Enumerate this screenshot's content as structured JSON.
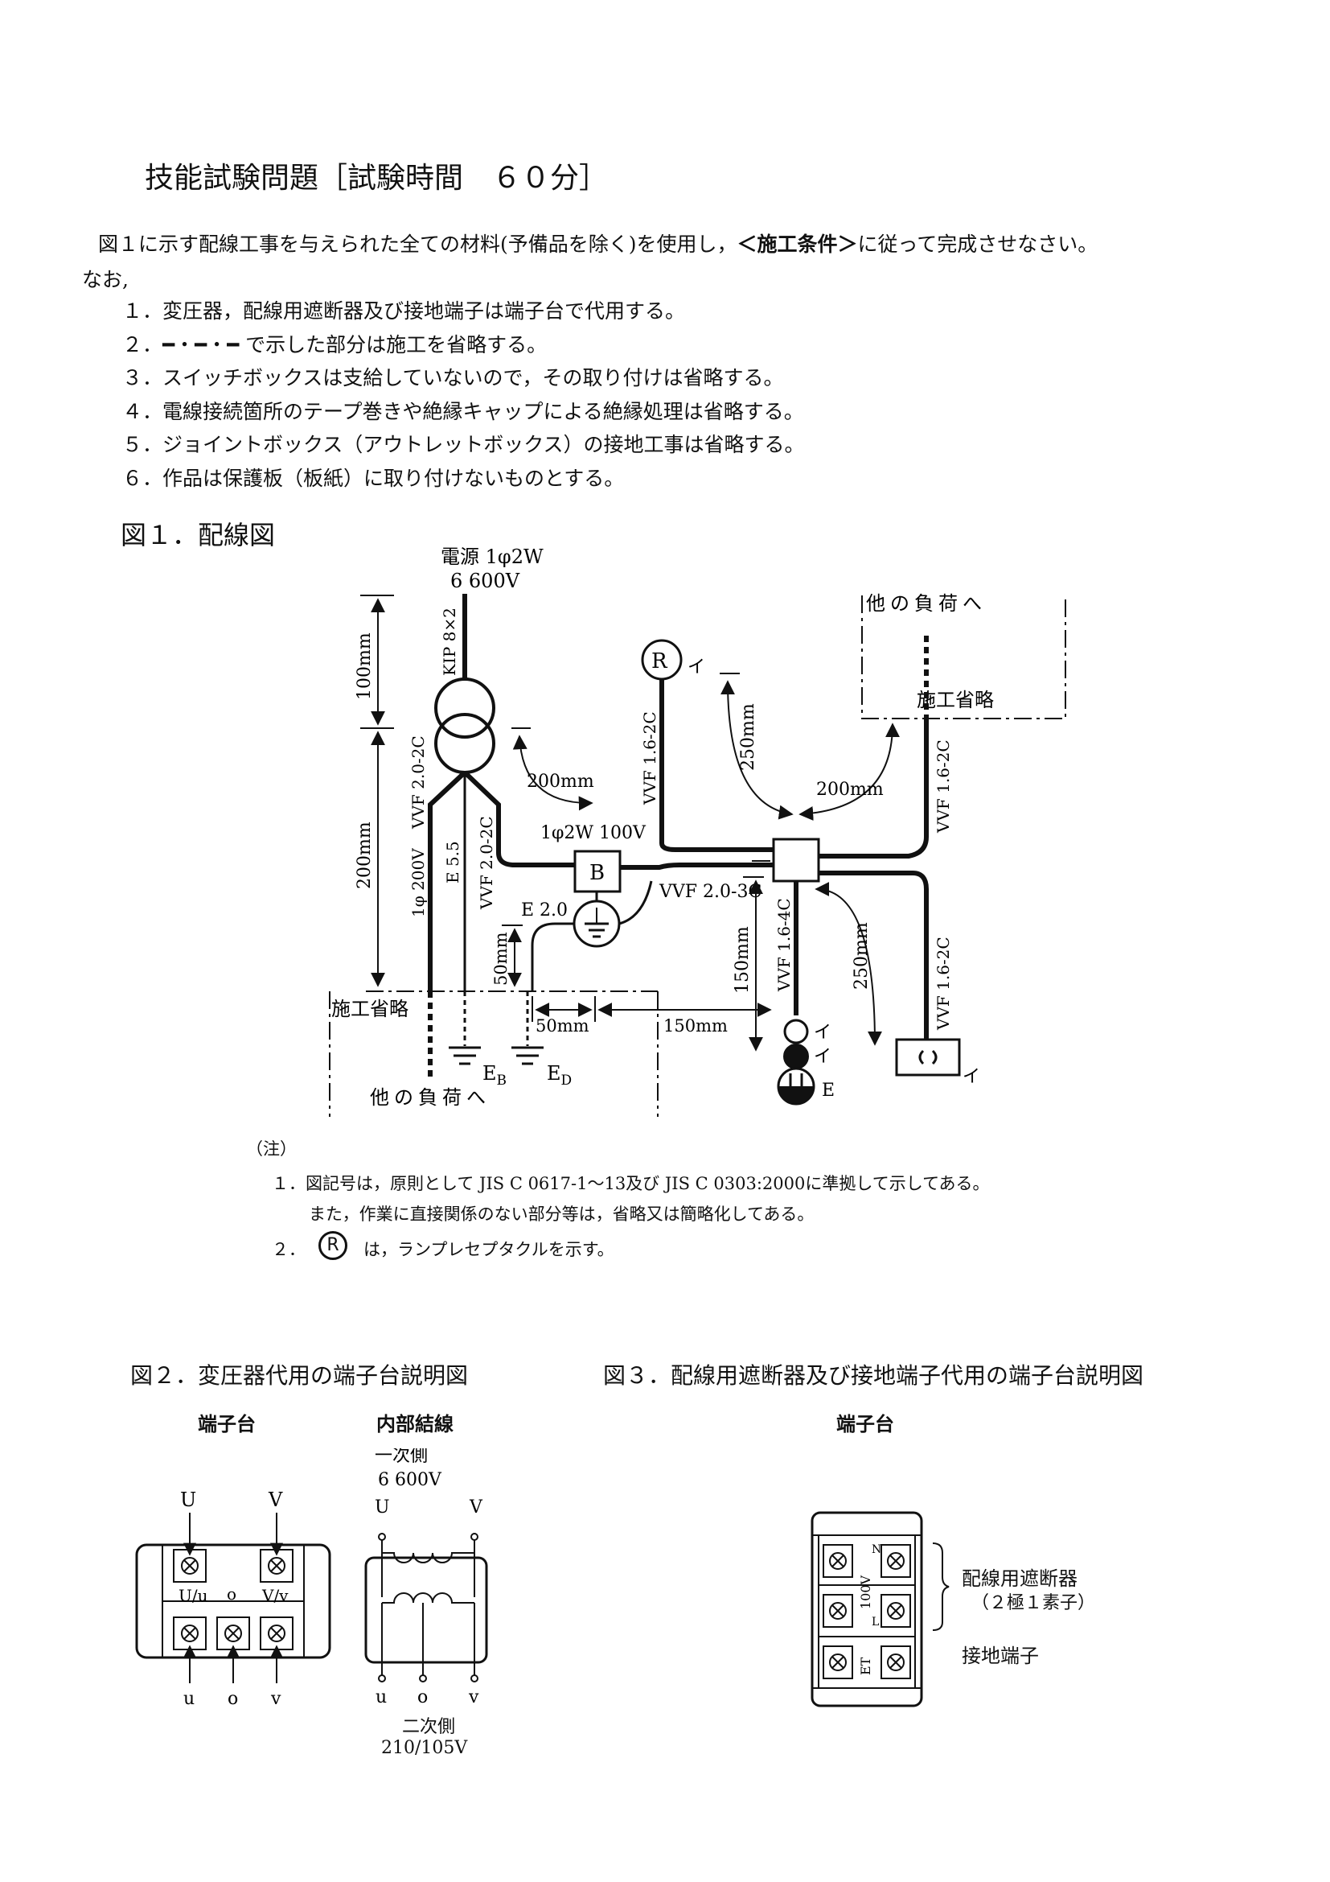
{
  "title": "技能試験問題［試験時間　６０分］",
  "intro": {
    "line1_pre": "図１に示す配線工事を与えられた全ての材料(予備品を除く)を使用し，",
    "line1_bold": "＜施工条件＞",
    "line1_post": "に従って完成させなさい。",
    "line2": "なお,"
  },
  "conditions": [
    "１．変圧器，配線用遮断器及び接地端子は端子台で代用する。",
    "２．━・━・━ で示した部分は施工を省略する。",
    "３．スイッチボックスは支給していないので，その取り付けは省略する。",
    "４．電線接続箇所のテープ巻きや絶縁キャップによる絶縁処理は省略する。",
    "５．ジョイントボックス（アウトレットボックス）の接地工事は省略する。",
    "６．作品は保護板（板紙）に取り付けないものとする。"
  ],
  "fig1": {
    "title": "図１．配線図",
    "power_source": "電源 1φ2W",
    "power_voltage": "6 600V",
    "kip": "KIP 8×2",
    "other_loads": "他の負荷へ",
    "omitted": "施工省略",
    "dim_100": "100mm",
    "dim_200": "200mm",
    "dim_250": "250mm",
    "dim_150": "150mm",
    "dim_50": "50mm",
    "supply_1p200": "1φ 200V",
    "vvf20_2c": "VVF 2.0-2C",
    "e55": "E 5.5",
    "e20": "E 2.0",
    "supply_1p2w100": "1φ2W 100V",
    "vvf20_3c": "VVF 2.0-3C",
    "vvf16_2c": "VVF 1.6-2C",
    "vvf16_4c": "VVF 1.6-4C",
    "label_i": "イ",
    "label_e": "E",
    "breaker": "B",
    "receptacle": "R",
    "eb_main": "E",
    "eb_sub": "B",
    "ed_main": "E",
    "ed_sub": "D"
  },
  "notes": {
    "head": "（注）",
    "n1a": "１．図記号は，原則として JIS C 0617-1～13及び JIS C 0303:2000に準拠して示してある。",
    "n1b": "また，作業に直接関係のない部分等は，省略又は簡略化してある。",
    "n2_num": "２．",
    "n2_symbol": "R",
    "n2_text": "は，ランプレセプタクルを示す。"
  },
  "fig2": {
    "title": "図２．変圧器代用の端子台説明図",
    "terminal_label": "端子台",
    "wiring_label": "内部結線",
    "primary": "一次側",
    "primary_v": "6 600V",
    "secondary": "二次側",
    "secondary_v": "210/105V",
    "U": "U",
    "V": "V",
    "u": "u",
    "o": "o",
    "v": "v",
    "Uu": "U/u",
    "Vv": "V/v"
  },
  "fig3": {
    "title": "図３．配線用遮断器及び接地端子代用の端子台説明図",
    "terminal_label": "端子台",
    "breaker_label": "配線用遮断器",
    "breaker_sub": "（２極１素子）",
    "ground_label": "接地端子",
    "v100": "100V",
    "N": "N",
    "L": "L",
    "ET": "ET"
  }
}
